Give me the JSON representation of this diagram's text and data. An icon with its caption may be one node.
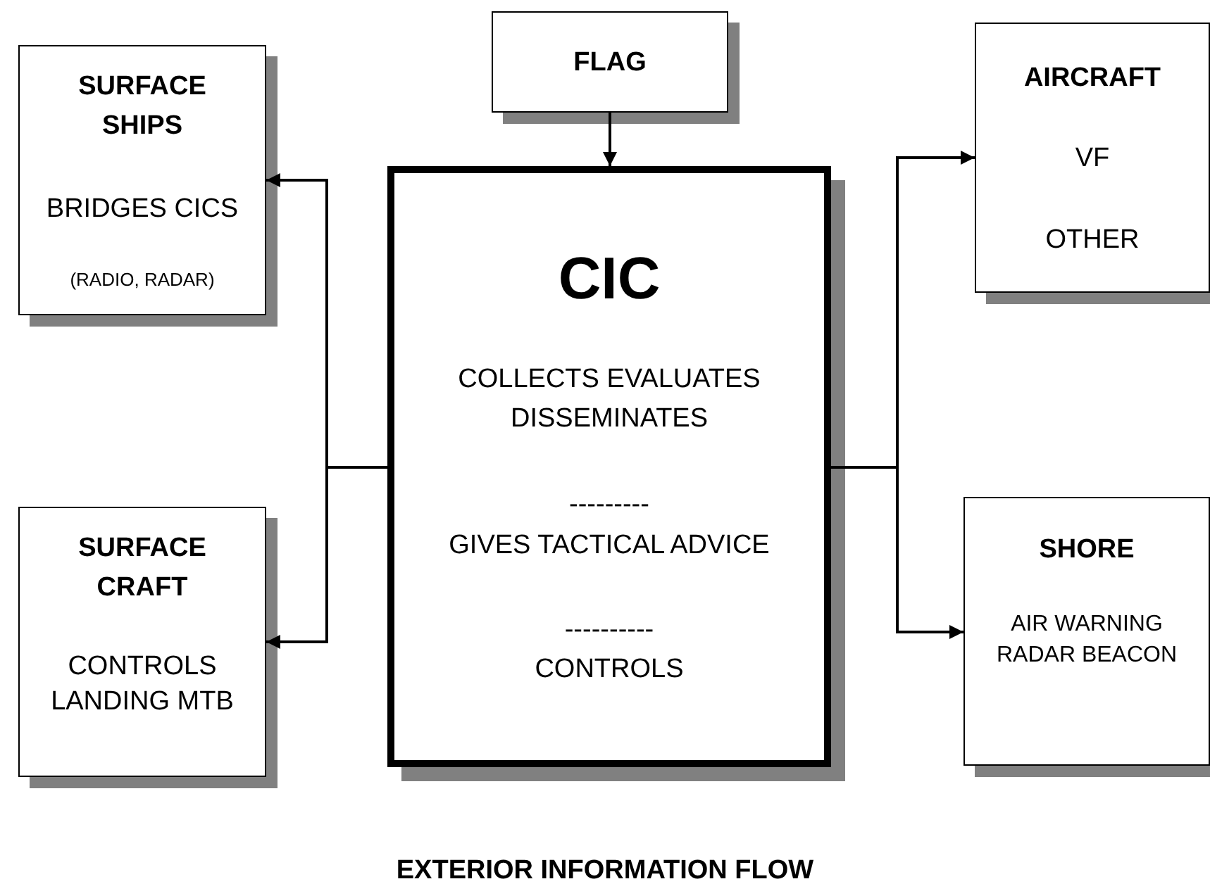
{
  "diagram": {
    "caption": "EXTERIOR INFORMATION FLOW",
    "nodes": [
      {
        "text": [
          "SURFACE SHIPS",
          "BRIDGES CICS",
          "(RADIO, RADAR)"
        ]
      },
      {
        "text": [
          "FLAG"
        ]
      },
      {
        "text": [
          "CIC",
          "COLLECTS EVALUATES DISSEMINATES",
          "---------",
          "GIVES TACTICAL ADVICE",
          "----------",
          "CONTROLS"
        ]
      },
      {
        "text": [
          "AIRCRAFT",
          "VF",
          "OTHER"
        ]
      },
      {
        "text": [
          "SURFACE CRAFT",
          "CONTROLS LANDING MTB"
        ]
      },
      {
        "text": [
          "SHORE",
          "AIR WARNING RADAR BEACON"
        ]
      }
    ],
    "edges": [
      {
        "from": 1,
        "to": 2,
        "arrow": "to"
      },
      {
        "from": 2,
        "to": 0,
        "arrow": "to"
      },
      {
        "from": 2,
        "to": 4,
        "arrow": "to"
      },
      {
        "from": 2,
        "to": 3,
        "arrow": "to"
      },
      {
        "from": 2,
        "to": 5,
        "arrow": "to"
      }
    ]
  }
}
